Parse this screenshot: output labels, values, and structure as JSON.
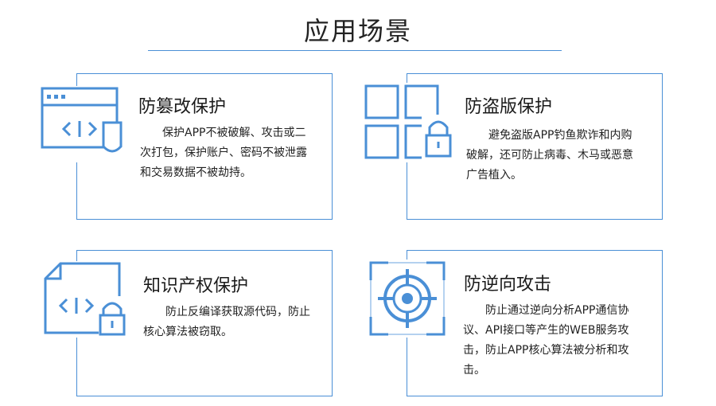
{
  "header": {
    "title": "应用场景"
  },
  "colors": {
    "accent": "#4a8fd6"
  },
  "cards": [
    {
      "title": "防篡改保护",
      "description": "保护APP不被破解、攻击或二次打包，保护账户、密码不被泄露和交易数据不被劫持。",
      "icon": "code-window-shield-icon"
    },
    {
      "title": "防盗版保护",
      "description": "避免盗版APP钓鱼欺诈和内购破解，还可防止病毒、木马或恶意广告植入。",
      "icon": "grid-lock-icon"
    },
    {
      "title": "知识产权保护",
      "description": "防止反编译获取源代码，防止核心算法被窃取。",
      "icon": "code-file-lock-icon"
    },
    {
      "title": "防逆向攻击",
      "description": "防止通过逆向分析APP通信协议、API接口等产生的WEB服务攻击，防止APP核心算法被分析和攻击。",
      "icon": "target-crosshair-icon"
    }
  ]
}
